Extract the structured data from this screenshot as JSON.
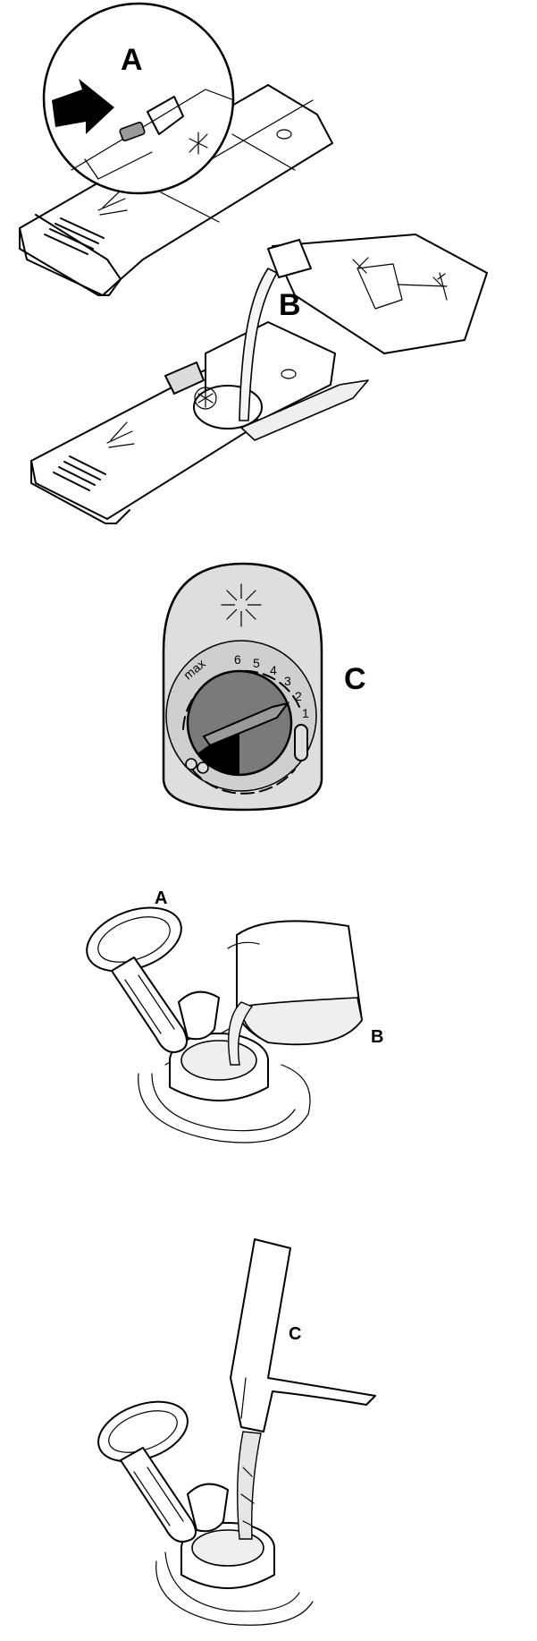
{
  "panel1": {
    "label_a": "A",
    "label_b": "B"
  },
  "panel2": {
    "label_c": "C",
    "dial_max": "max",
    "dial_numbers": [
      "6",
      "5",
      "4",
      "3",
      "2",
      "1"
    ]
  },
  "panel3": {
    "label_a": "A",
    "label_b": "B"
  },
  "panel4": {
    "label_c": "C"
  },
  "colors": {
    "line": "#000000",
    "background": "#ffffff",
    "dial_face": "#d0d0d0",
    "dial_knob": "#7a7a7a"
  }
}
